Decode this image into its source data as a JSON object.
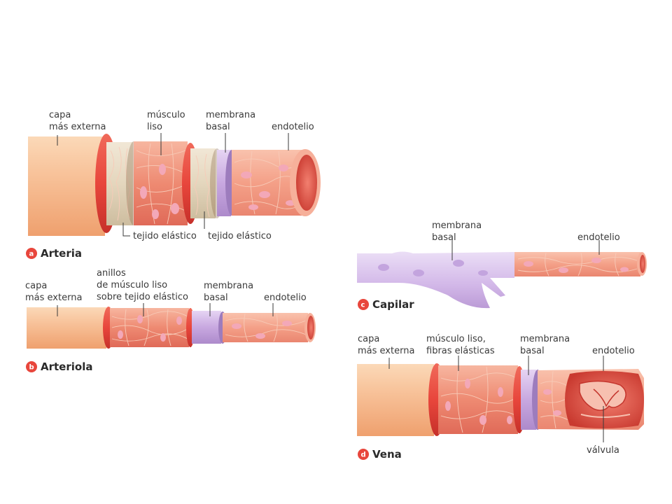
{
  "colors": {
    "outer_layer": "#f5b98e",
    "outer_ring": "#e8463c",
    "muscle": "#ef8870",
    "elastic": "#e9dcc6",
    "basal_membrane": "#c8a8e0",
    "endothelium": "#f4a088",
    "nuclei": "#f3a8b8",
    "badge": "#e8463c"
  },
  "artery": {
    "badge": "a",
    "caption": "Arteria",
    "labels": {
      "outer": [
        "capa",
        "más externa"
      ],
      "muscle": [
        "músculo",
        "liso"
      ],
      "basal": [
        "membrana",
        "basal"
      ],
      "endothelium": "endotelio",
      "elastic_1": "tejido elástico",
      "elastic_2": "tejido elástico"
    }
  },
  "arteriole": {
    "badge": "b",
    "caption": "Arteriola",
    "labels": {
      "outer": [
        "capa",
        "más externa"
      ],
      "rings": [
        "anillos",
        "de músculo liso",
        "sobre tejido elástico"
      ],
      "basal": [
        "membrana",
        "basal"
      ],
      "endothelium": "endotelio"
    }
  },
  "capillary": {
    "badge": "c",
    "caption": "Capilar",
    "labels": {
      "basal": [
        "membrana",
        "basal"
      ],
      "endothelium": "endotelio"
    }
  },
  "vein": {
    "badge": "d",
    "caption": "Vena",
    "labels": {
      "outer": [
        "capa",
        "más externa"
      ],
      "muscle": [
        "músculo liso,",
        "fibras elásticas"
      ],
      "basal": [
        "membrana",
        "basal"
      ],
      "endothelium": "endotelio",
      "valve": "válvula"
    }
  }
}
